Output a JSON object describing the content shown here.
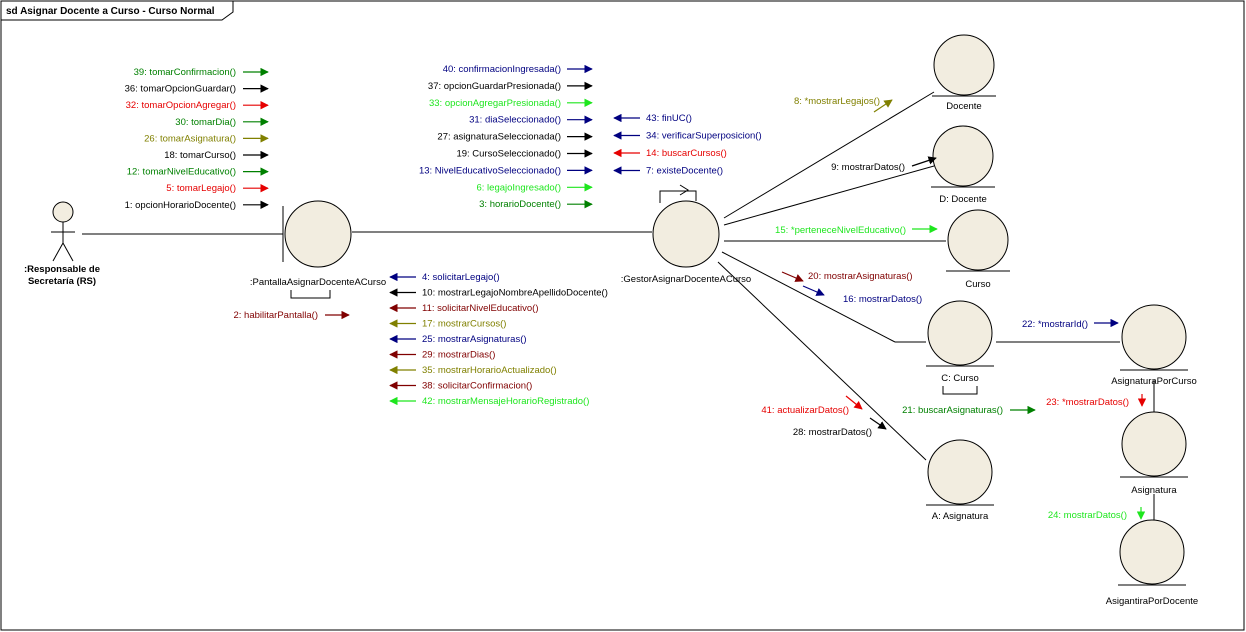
{
  "diagram": {
    "title": "sd Asignar Docente a Curso - Curso Normal",
    "colors": {
      "darkgreen": "#008000",
      "black": "#000000",
      "red": "#e60000",
      "olive": "#808000",
      "navy": "#000080",
      "blue": "#0000ff",
      "lime": "#1ee61e",
      "maroon": "#800000",
      "darkolive": "#808000",
      "object_fill": "#f2ede0",
      "frame": "#000000"
    },
    "actor": {
      "name_line1": ":Responsable de",
      "name_line2": "Secretaría (RS)"
    },
    "objects": {
      "boundary": ":PantallaAsignarDocenteACurso",
      "control": ":GestorAsignarDocenteACurso",
      "docente": "Docente",
      "d_docente": "D: Docente",
      "curso": "Curso",
      "c_curso": "C: Curso",
      "a_asignatura": "A: Asignatura",
      "asignaturaporcurso": "AsignaturaPorCurso",
      "asignatura": "Asignatura",
      "asignaturapordocente": "AsigantiraPorDocente"
    },
    "messages": {
      "actor_to_boundary": [
        {
          "text": "39: tomarConfirmacion()",
          "color": "darkgreen"
        },
        {
          "text": "36: tomarOpcionGuardar()",
          "color": "black"
        },
        {
          "text": "32: tomarOpcionAgregar()",
          "color": "red"
        },
        {
          "text": "30: tomarDia()",
          "color": "darkgreen"
        },
        {
          "text": "26: tomarAsignatura()",
          "color": "olive"
        },
        {
          "text": "18: tomarCurso()",
          "color": "black"
        },
        {
          "text": "12: tomarNivelEducativo()",
          "color": "darkgreen"
        },
        {
          "text": "5: tomarLegajo()",
          "color": "red"
        },
        {
          "text": "1: opcionHorarioDocente()",
          "color": "black"
        }
      ],
      "boundary_to_control": [
        {
          "text": "40: confirmacionIngresada()",
          "color": "navy"
        },
        {
          "text": "37: opcionGuardarPresionada()",
          "color": "black"
        },
        {
          "text": "33: opcionAgregarPresionada()",
          "color": "lime"
        },
        {
          "text": "31: diaSeleccionado()",
          "color": "navy"
        },
        {
          "text": "27: asignaturaSeleccionada()",
          "color": "black"
        },
        {
          "text": "19: CursoSeleccionado()",
          "color": "black"
        },
        {
          "text": "13: NivelEducativoSeleccionado()",
          "color": "navy"
        },
        {
          "text": "6: legajoIngresado()",
          "color": "lime"
        },
        {
          "text": "3: horarioDocente()",
          "color": "darkgreen"
        }
      ],
      "control_to_boundary_top": [
        {
          "text": "43: finUC()",
          "color": "navy"
        },
        {
          "text": "34: verificarSuperposicion()",
          "color": "navy"
        },
        {
          "text": "14: buscarCursos()",
          "color": "red"
        },
        {
          "text": "7: existeDocente()",
          "color": "navy"
        }
      ],
      "control_to_boundary_bottom": [
        {
          "text": "4: solicitarLegajo()",
          "color": "navy"
        },
        {
          "text": "10: mostrarLegajoNombreApellidoDocente()",
          "color": "black"
        },
        {
          "text": "11: solicitarNivelEducativo()",
          "color": "maroon"
        },
        {
          "text": "17: mostrarCursos()",
          "color": "olive"
        },
        {
          "text": "25: mostrarAsignaturas()",
          "color": "navy"
        },
        {
          "text": "29: mostrarDias()",
          "color": "maroon"
        },
        {
          "text": "35: mostrarHorarioActualizado()",
          "color": "olive"
        },
        {
          "text": "38: solicitarConfirmacion()",
          "color": "maroon"
        },
        {
          "text": "42: mostrarMensajeHorarioRegistrado()",
          "color": "lime"
        }
      ],
      "self_boundary": {
        "text": "2: habilitarPantalla()",
        "color": "maroon"
      },
      "to_docente": {
        "text": "8: *mostrarLegajos()",
        "color": "olive"
      },
      "to_d_docente": {
        "text": "9: mostrarDatos()",
        "color": "black"
      },
      "to_curso": {
        "text": "15: *perteneceNivelEducativo()",
        "color": "lime"
      },
      "to_c_curso_20": {
        "text": "20: mostrarAsignaturas()",
        "color": "maroon"
      },
      "to_c_curso_16": {
        "text": "16: mostrarDatos()",
        "color": "navy"
      },
      "to_asignaturaporcurso": {
        "text": "22: *mostrarId()",
        "color": "navy"
      },
      "to_a_asignatura_41": {
        "text": "41: actualizarDatos()",
        "color": "red"
      },
      "to_a_asignatura_28": {
        "text": "28: mostrarDatos()",
        "color": "black"
      },
      "buscar_asignaturas": {
        "text": "21: buscarAsignaturas()",
        "color": "darkgreen"
      },
      "to_asignatura": {
        "text": "23: *mostrarDatos()",
        "color": "red"
      },
      "to_asignaturapordocente": {
        "text": "24: mostrarDatos()",
        "color": "lime"
      }
    }
  }
}
